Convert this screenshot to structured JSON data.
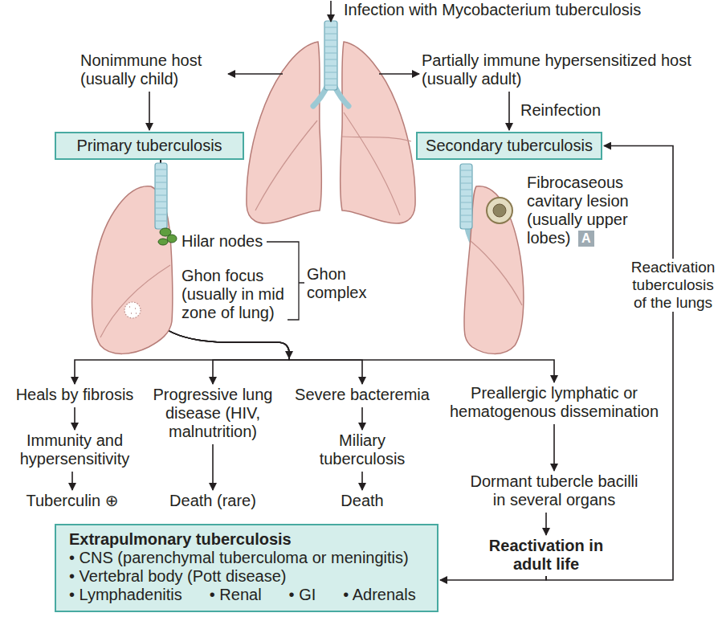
{
  "diagram": {
    "nodes": [
      {
        "text": [
          "Infection with Mycobacterium tuberculosis"
        ]
      },
      {
        "text": [
          "Nonimmune host (usually child)"
        ]
      },
      {
        "text": [
          "Partially immune hypersensitized host (usually adult)"
        ]
      },
      {
        "text": [
          "Primary tuberculosis"
        ]
      },
      {
        "text": [
          "Secondary tuberculosis"
        ]
      },
      {
        "text": [
          "Heals by fibrosis"
        ]
      },
      {
        "text": [
          "Immunity and hypersensitivity"
        ]
      },
      {
        "text": [
          "Tuberculin ⊕"
        ]
      },
      {
        "text": [
          "Progressive lung disease (HIV, malnutrition)"
        ]
      },
      {
        "text": [
          "Death (rare)"
        ]
      },
      {
        "text": [
          "Severe bacteremia"
        ]
      },
      {
        "text": [
          "Miliary tuberculosis"
        ]
      },
      {
        "text": [
          "Death"
        ]
      },
      {
        "text": [
          "Preallergic lymphatic or hematogenous dissemination"
        ]
      },
      {
        "text": [
          "Dormant tubercle bacilli in several organs"
        ]
      },
      {
        "text": [
          "Reactivation in adult life"
        ]
      },
      {
        "text": [
          "Extrapulmonary tuberculosis",
          "• CNS (parenchymal tuberculoma or meningitis)",
          "• Vertebral body (Pott disease)",
          "• Lymphadenitis",
          "• Renal",
          "• GI",
          "• Adrenals"
        ]
      }
    ],
    "edges": [
      {
        "from": 1,
        "to": 3,
        "arrow": "to"
      },
      {
        "from": 2,
        "to": 4,
        "label": "Reinfection",
        "arrow": "to"
      },
      {
        "from": 3,
        "to": 5,
        "arrow": "to"
      },
      {
        "from": 3,
        "to": 8,
        "arrow": "to"
      },
      {
        "from": 3,
        "to": 10,
        "arrow": "to"
      },
      {
        "from": 3,
        "to": 13,
        "arrow": "to"
      },
      {
        "from": 5,
        "to": 6,
        "arrow": "to"
      },
      {
        "from": 6,
        "to": 7,
        "arrow": "to"
      },
      {
        "from": 8,
        "to": 9,
        "arrow": "to"
      },
      {
        "from": 10,
        "to": 11,
        "arrow": "to"
      },
      {
        "from": 11,
        "to": 12,
        "arrow": "to"
      },
      {
        "from": 13,
        "to": 14,
        "arrow": "to"
      },
      {
        "from": 14,
        "to": 15,
        "arrow": "to"
      },
      {
        "from": 15,
        "to": 16,
        "arrow": "to"
      },
      {
        "from": 15,
        "to": 4,
        "label": "Reactivation tuberculosis of the lungs",
        "arrow": "to"
      }
    ],
    "labels": [
      "Hilar nodes",
      "Ghon focus (usually in mid zone of lung)",
      "Ghon complex",
      "Fibrocaseous cavitary lesion (usually upper lobes)",
      "A"
    ]
  }
}
